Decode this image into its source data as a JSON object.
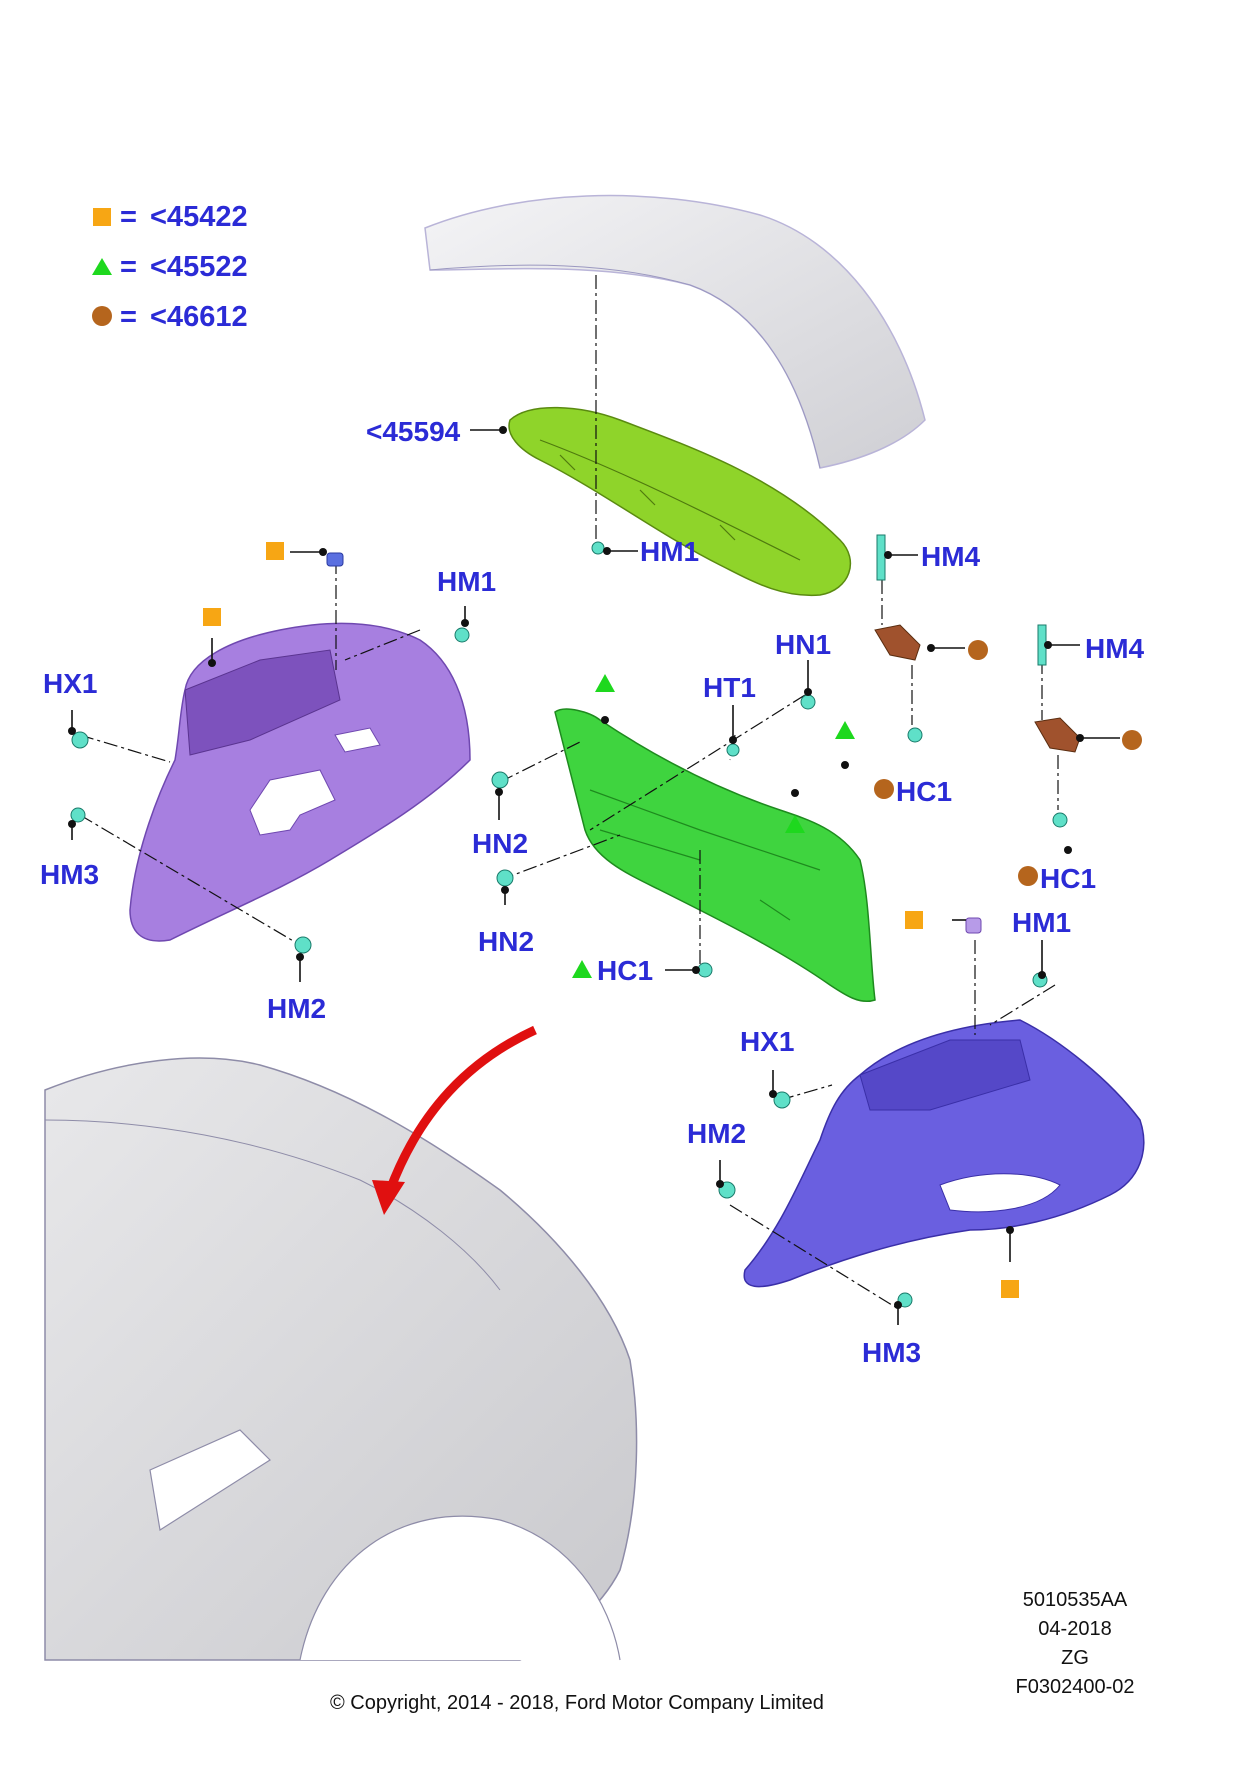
{
  "legend": [
    {
      "symbol": "square",
      "color": "#f7a614",
      "eq": "=",
      "text": "<45422"
    },
    {
      "symbol": "triangle",
      "color": "#1ed81e",
      "eq": "=",
      "text": "<45522"
    },
    {
      "symbol": "circle",
      "color": "#b5651d",
      "eq": "=",
      "text": "<46612"
    }
  ],
  "labels": {
    "spoiler_part": "<45594",
    "hm1_top": "HM1",
    "hm4_a": "HM4",
    "hm4_b": "HM4",
    "hm1_left": "HM1",
    "hx1_left": "HX1",
    "hm3_left": "HM3",
    "hm2_left": "HM2",
    "hn1": "HN1",
    "ht1": "HT1",
    "hn2_a": "HN2",
    "hn2_b": "HN2",
    "hc1_center": "HC1",
    "hc1_a": "HC1",
    "hc1_b": "HC1",
    "hm1_right": "HM1",
    "hx1_right": "HX1",
    "hm2_right": "HM2",
    "hm3_right": "HM3"
  },
  "colors": {
    "label": "#2b2bd6",
    "square": "#f7a614",
    "triangle": "#1ed81e",
    "circle": "#b5651d",
    "purple_panel": "#a77fe0",
    "blue_panel": "#6a5fe0",
    "green_panel": "#3fd43f",
    "spoiler_green": "#8fd42a",
    "bracket_brown": "#a0522d",
    "clip_cyan": "#5fe0c8",
    "arrow_red": "#e01010"
  },
  "meta": {
    "code": "5010535AA",
    "date": "04-2018",
    "zg": "ZG",
    "ref": "F0302400-02"
  },
  "copyright": "© Copyright, 2014 - 2018, Ford Motor Company Limited"
}
